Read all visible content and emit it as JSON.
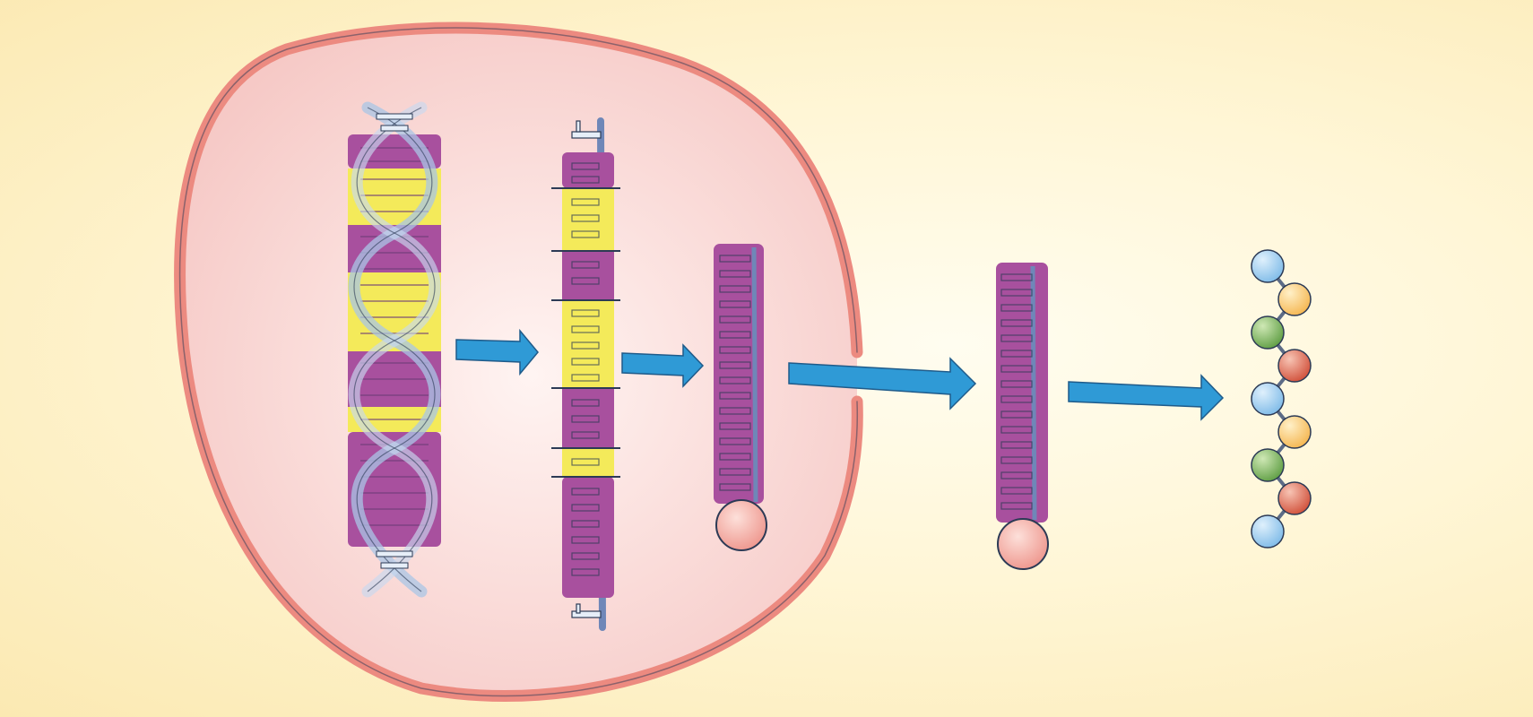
{
  "colors": {
    "background_center": "#fffdf0",
    "background_edge": "#fbe9b2",
    "nucleus_fill": "#f8cdcd",
    "nucleus_membrane": "#ec8a80",
    "outline": "#2c3a55",
    "exon": "#a8509e",
    "intron": "#f4ea5a",
    "dna_strand": "#a9c5e6",
    "arrow": "#2f9ad6",
    "cap": "#f2a39b",
    "amino_blue": "#8ec6ee",
    "amino_orange": "#f8c66e",
    "amino_green": "#7db45c",
    "amino_red": "#e06c55"
  },
  "amino_acid_chain": [
    "blue",
    "orange",
    "green",
    "red",
    "blue",
    "orange",
    "green",
    "red",
    "blue"
  ],
  "icons": {
    "nucleus": "cell-nucleus-icon",
    "dna": "dna-double-helix-icon",
    "pre_mrna": "pre-mrna-strand-icon",
    "mature_mrna": "mature-mrna-icon",
    "exported_mrna": "cytoplasmic-mrna-icon",
    "protein": "amino-acid-chain-icon",
    "arrow": "process-arrow-icon"
  }
}
